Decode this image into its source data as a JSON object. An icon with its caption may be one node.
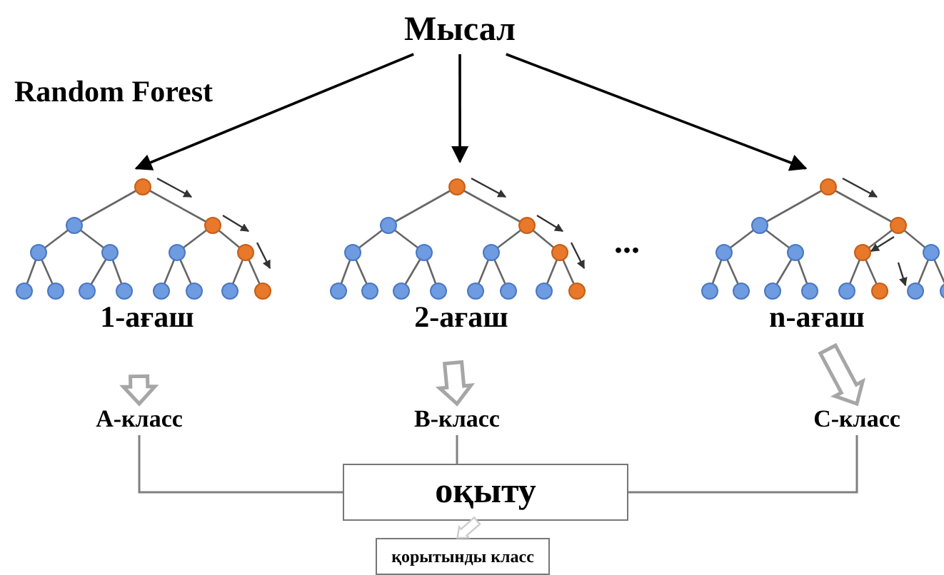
{
  "diagram": {
    "title": "Random Forest",
    "nodes": [
      {
        "text": [
          "Мысал"
        ]
      },
      {
        "text": [],
        "shape": "picture",
        "beside": [
          "1-ағаш"
        ]
      },
      {
        "text": [],
        "shape": "picture",
        "beside": [
          "2-ағаш"
        ]
      },
      {
        "text": [],
        "shape": "picture",
        "beside": [
          "n-ағаш"
        ]
      },
      {
        "text": [
          "А-класс"
        ]
      },
      {
        "text": [
          "В-класс"
        ]
      },
      {
        "text": [
          "С-класс"
        ]
      },
      {
        "text": [
          "оқыту"
        ]
      },
      {
        "text": [
          "қорытынды класс"
        ]
      }
    ],
    "edges": [
      {
        "from": 0,
        "to": 1,
        "arrow": "to"
      },
      {
        "from": 0,
        "to": 2,
        "arrow": "to"
      },
      {
        "from": 0,
        "to": 3,
        "arrow": "to"
      },
      {
        "from": 1,
        "to": 4,
        "arrow": "to",
        "style": "thick",
        "color": "#a6a6a6"
      },
      {
        "from": 2,
        "to": 5,
        "arrow": "to",
        "style": "thick",
        "color": "#a6a6a6"
      },
      {
        "from": 3,
        "to": 6,
        "arrow": "to",
        "style": "thick",
        "color": "#a6a6a6"
      },
      {
        "from": 4,
        "to": 7,
        "arrow": "none",
        "color": "#808080"
      },
      {
        "from": 5,
        "to": 7,
        "arrow": "none",
        "color": "#808080"
      },
      {
        "from": 6,
        "to": 7,
        "arrow": "none",
        "color": "#808080"
      },
      {
        "from": 7,
        "to": 8,
        "arrow": "to",
        "style": "thick",
        "color": "#cccccc"
      }
    ],
    "labels": [
      "..."
    ]
  }
}
